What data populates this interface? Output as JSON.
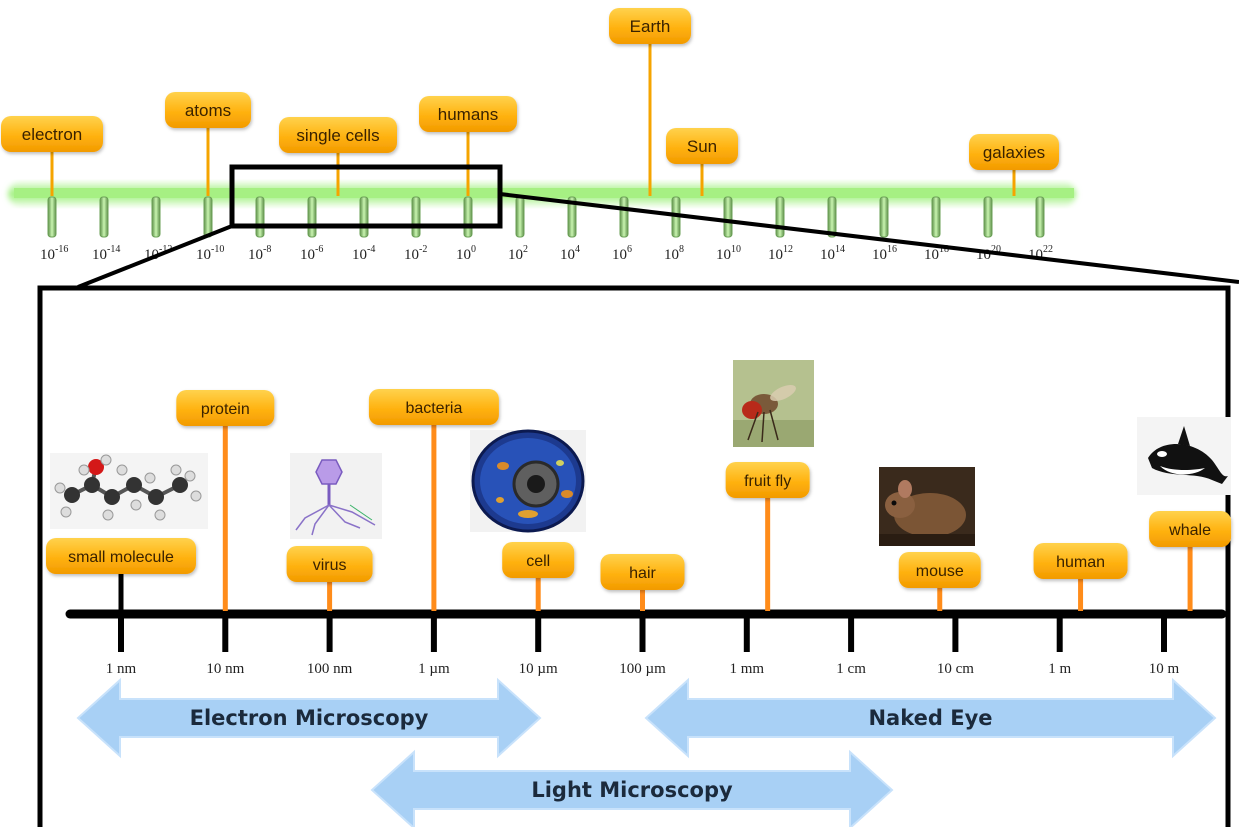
{
  "colors": {
    "label_fill": "#ffb30f",
    "label_top": "#ffd04a",
    "connector_top": "#f5a400",
    "connector_bottom": "#ff8c1a",
    "green_bar": "#9df07a",
    "green_tick": "#6a9f55",
    "arrow_fill": "#a8d0f5",
    "frame": "#000000"
  },
  "top_scale": {
    "ticks": [
      {
        "base": "10",
        "exp": "-16"
      },
      {
        "base": "10",
        "exp": "-14"
      },
      {
        "base": "10",
        "exp": "-12"
      },
      {
        "base": "10",
        "exp": "-10"
      },
      {
        "base": "10",
        "exp": "-8"
      },
      {
        "base": "10",
        "exp": "-6"
      },
      {
        "base": "10",
        "exp": "-4"
      },
      {
        "base": "10",
        "exp": "-2"
      },
      {
        "base": "10",
        "exp": "0"
      },
      {
        "base": "10",
        "exp": "2"
      },
      {
        "base": "10",
        "exp": "4"
      },
      {
        "base": "10",
        "exp": "6"
      },
      {
        "base": "10",
        "exp": "8"
      },
      {
        "base": "10",
        "exp": "10"
      },
      {
        "base": "10",
        "exp": "12"
      },
      {
        "base": "10",
        "exp": "14"
      },
      {
        "base": "10",
        "exp": "16"
      },
      {
        "base": "10",
        "exp": "18"
      },
      {
        "base": "10",
        "exp": "20"
      },
      {
        "base": "10",
        "exp": "22"
      }
    ],
    "labels": [
      {
        "text": "electron",
        "exp": -16
      },
      {
        "text": "atoms",
        "exp": -10
      },
      {
        "text": "single cells",
        "exp": -5
      },
      {
        "text": "humans",
        "exp": 0
      },
      {
        "text": "Earth",
        "exp": 7
      },
      {
        "text": "Sun",
        "exp": 9
      },
      {
        "text": "galaxies",
        "exp": 21
      }
    ]
  },
  "bottom_scale": {
    "ticks": [
      "1 nm",
      "10 nm",
      "100 nm",
      "1 µm",
      "10 µm",
      "100 µm",
      "1 mm",
      "1 cm",
      "10 cm",
      "1 m",
      "10 m"
    ],
    "labels": [
      {
        "text": "small molecule",
        "tick": 0,
        "image": "molecule-image"
      },
      {
        "text": "protein",
        "tick": 1
      },
      {
        "text": "virus",
        "tick": 2,
        "image": "virus-image"
      },
      {
        "text": "bacteria",
        "tick": 3
      },
      {
        "text": "cell",
        "tick": 4,
        "image": "cell-image"
      },
      {
        "text": "hair",
        "tick": 5
      },
      {
        "text": "fruit fly",
        "tick": 6.2,
        "image": "fruit-fly-image"
      },
      {
        "text": "mouse",
        "tick": 7.85,
        "image": "mouse-image"
      },
      {
        "text": "human",
        "tick": 9.2
      },
      {
        "text": "whale",
        "tick": 10.25,
        "image": "whale-image"
      }
    ]
  },
  "ranges": [
    {
      "text": "Electron Microscopy",
      "from": 0,
      "to": 4
    },
    {
      "text": "Naked Eye",
      "from": 5.5,
      "to": 10.5
    },
    {
      "text": "Light Microscopy",
      "from": 2.5,
      "to": 7.5
    }
  ]
}
